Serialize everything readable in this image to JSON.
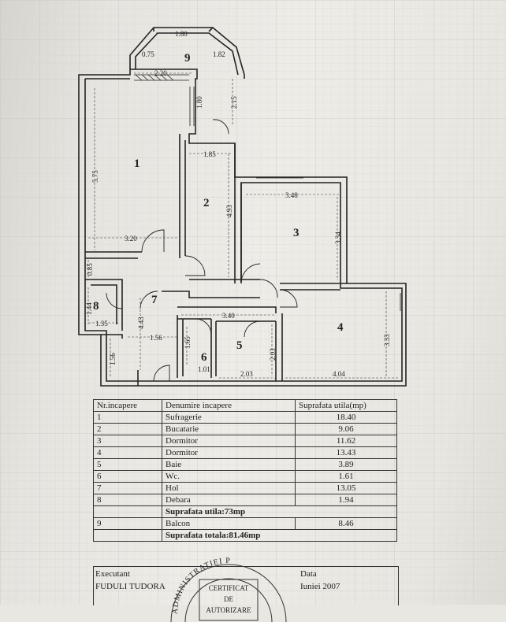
{
  "plan": {
    "rooms": [
      {
        "id": "1",
        "num": "1"
      },
      {
        "id": "2",
        "num": "2"
      },
      {
        "id": "3",
        "num": "3"
      },
      {
        "id": "4",
        "num": "4"
      },
      {
        "id": "5",
        "num": "5"
      },
      {
        "id": "6",
        "num": "6"
      },
      {
        "id": "7",
        "num": "7"
      },
      {
        "id": "8",
        "num": "8"
      },
      {
        "id": "9",
        "num": "9"
      }
    ],
    "dimensions": {
      "d180top": "1.80",
      "d075": "0.75",
      "d182": "1.82",
      "d220": "2.20",
      "d180v": "1.80",
      "d215": "2.15",
      "d575": "5.75",
      "d185": "1.85",
      "d493": "4.93",
      "d320": "3.20",
      "d348": "3.48",
      "d334": "3.34",
      "d085": "0.85",
      "d144": "1.44",
      "d135": "1.35",
      "d443": "4.43",
      "d340": "3.40",
      "d156a": "1.56",
      "d156b": "1.56",
      "d165": "1.65",
      "d101": "1.01",
      "d203a": "2.03",
      "d203b": "2.03",
      "d404": "4.04",
      "d333": "3.33"
    }
  },
  "table": {
    "headers": {
      "nr": "Nr.incapere",
      "name": "Denumire incapere",
      "area": "Suprafata utila(mp)"
    },
    "rows": [
      {
        "nr": "1",
        "name": "Sufragerie",
        "area": "18.40"
      },
      {
        "nr": "2",
        "name": "Bucatarie",
        "area": "9.06"
      },
      {
        "nr": "3",
        "name": "Dormitor",
        "area": "11.62"
      },
      {
        "nr": "4",
        "name": "Dormitor",
        "area": "13.43"
      },
      {
        "nr": "5",
        "name": "Baie",
        "area": "3.89"
      },
      {
        "nr": "6",
        "name": "Wc.",
        "area": "1.61"
      },
      {
        "nr": "7",
        "name": "Hol",
        "area": "13.05"
      },
      {
        "nr": "8",
        "name": "Debara",
        "area": "1.94"
      }
    ],
    "useful_total": "Suprafata utila:73mp",
    "balcony": {
      "nr": "9",
      "name": "Balcon",
      "area": "8.46"
    },
    "grand_total": "Suprafata totala:81.46mp"
  },
  "footer": {
    "executant_label": "Executant",
    "executant_name": "FUDULI TUDORA",
    "date_label": "Data",
    "date_value": "Iuniei 2007"
  },
  "stamp": {
    "arc_text": "ADMINISTRATIEI P",
    "line1": "CERTIFICAT",
    "line2": "DE",
    "line3": "AUTORIZARE"
  }
}
